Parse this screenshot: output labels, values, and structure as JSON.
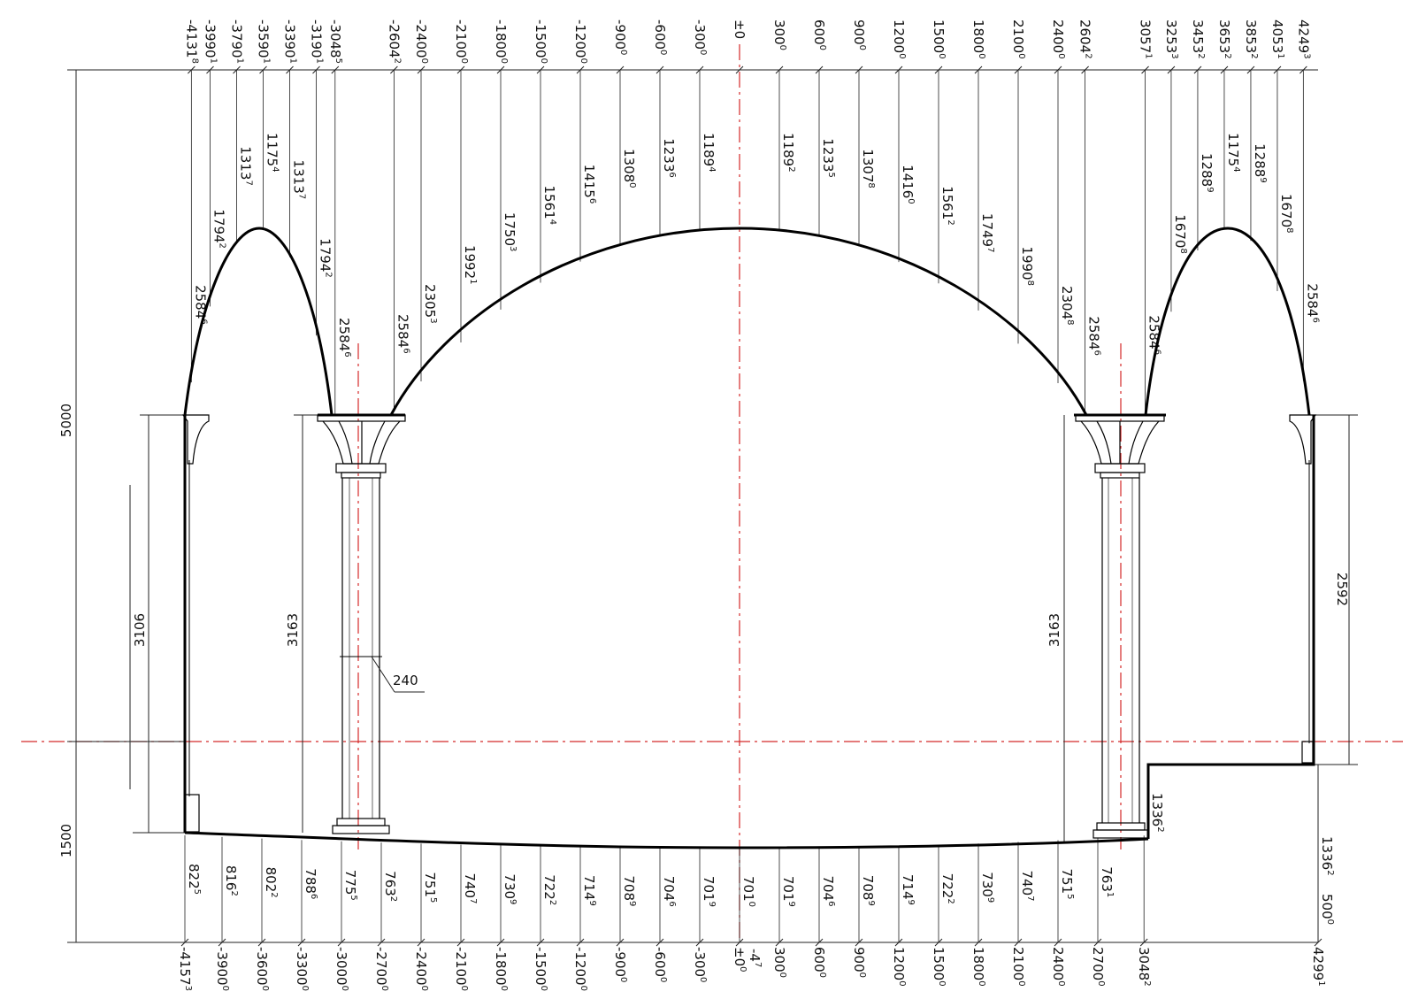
{
  "top_stations": [
    [
      "-4131",
      "8"
    ],
    [
      "-3990",
      "1"
    ],
    [
      "-3790",
      "1"
    ],
    [
      "-3590",
      "1"
    ],
    [
      "-3390",
      "1"
    ],
    [
      "-3190",
      "1"
    ],
    [
      "-3048",
      "5"
    ],
    [
      "-2604",
      "2"
    ],
    [
      "-2400",
      "0"
    ],
    [
      "-2100",
      "0"
    ],
    [
      "-1800",
      "0"
    ],
    [
      "-1500",
      "0"
    ],
    [
      "-1200",
      "0"
    ],
    [
      "-900",
      "0"
    ],
    [
      "-600",
      "0"
    ],
    [
      "-300",
      "0"
    ],
    [
      "±0",
      ""
    ],
    [
      "300",
      "0"
    ],
    [
      "600",
      "0"
    ],
    [
      "900",
      "0"
    ],
    [
      "1200",
      "0"
    ],
    [
      "1500",
      "0"
    ],
    [
      "1800",
      "0"
    ],
    [
      "2100",
      "0"
    ],
    [
      "2400",
      "0"
    ],
    [
      "2604",
      "2"
    ],
    [
      "3057",
      "1"
    ],
    [
      "3253",
      "3"
    ],
    [
      "3453",
      "2"
    ],
    [
      "3653",
      "2"
    ],
    [
      "3853",
      "2"
    ],
    [
      "4053",
      "1"
    ],
    [
      "4249",
      "3"
    ]
  ],
  "ceiling_heights": [
    [
      "2584",
      "6"
    ],
    [
      "1794",
      "2"
    ],
    [
      "1313",
      "7"
    ],
    [
      "1175",
      "4"
    ],
    [
      "1313",
      "7"
    ],
    [
      "1794",
      "2"
    ],
    [
      "2584",
      "6"
    ],
    [
      "2584",
      "6"
    ],
    [
      "2305",
      "3"
    ],
    [
      "1992",
      "1"
    ],
    [
      "1750",
      "3"
    ],
    [
      "1561",
      "4"
    ],
    [
      "1415",
      "6"
    ],
    [
      "1308",
      "0"
    ],
    [
      "1233",
      "6"
    ],
    [
      "1189",
      "4"
    ],
    [
      "1189",
      "2"
    ],
    [
      "1233",
      "5"
    ],
    [
      "1307",
      "8"
    ],
    [
      "1416",
      "0"
    ],
    [
      "1561",
      "2"
    ],
    [
      "1749",
      "7"
    ],
    [
      "1990",
      "8"
    ],
    [
      "2304",
      "8"
    ],
    [
      "2584",
      "6"
    ],
    [
      "2584",
      "6"
    ],
    [
      "1670",
      "8"
    ],
    [
      "1288",
      "9"
    ],
    [
      "1175",
      "4"
    ],
    [
      "1288",
      "9"
    ],
    [
      "1670",
      "8"
    ],
    [
      "2584",
      "6"
    ]
  ],
  "floor_heights": [
    [
      "822",
      "5"
    ],
    [
      "816",
      "2"
    ],
    [
      "802",
      "2"
    ],
    [
      "788",
      "6"
    ],
    [
      "775",
      "5"
    ],
    [
      "763",
      "2"
    ],
    [
      "751",
      "5"
    ],
    [
      "740",
      "7"
    ],
    [
      "730",
      "9"
    ],
    [
      "722",
      "2"
    ],
    [
      "714",
      "9"
    ],
    [
      "708",
      "9"
    ],
    [
      "704",
      "6"
    ],
    [
      "701",
      "9"
    ],
    [
      "701",
      "0"
    ],
    [
      "701",
      "9"
    ],
    [
      "704",
      "6"
    ],
    [
      "708",
      "9"
    ],
    [
      "714",
      "9"
    ],
    [
      "722",
      "2"
    ],
    [
      "730",
      "9"
    ],
    [
      "740",
      "7"
    ],
    [
      "751",
      "5"
    ],
    [
      "763",
      "1"
    ],
    [
      "1336",
      "2"
    ]
  ],
  "bottom_stations": [
    [
      "-4157",
      "3"
    ],
    [
      "-3900",
      "0"
    ],
    [
      "-3600",
      "0"
    ],
    [
      "-3300",
      "0"
    ],
    [
      "-3000",
      "0"
    ],
    [
      "-2700",
      "0"
    ],
    [
      "-2400",
      "0"
    ],
    [
      "-2100",
      "0"
    ],
    [
      "-1800",
      "0"
    ],
    [
      "-1500",
      "0"
    ],
    [
      "-1200",
      "0"
    ],
    [
      "-900",
      "0"
    ],
    [
      "-600",
      "0"
    ],
    [
      "-300",
      "0"
    ],
    [
      "±0",
      "0"
    ],
    [
      "300",
      "0"
    ],
    [
      "600",
      "0"
    ],
    [
      "900",
      "0"
    ],
    [
      "1200",
      "0"
    ],
    [
      "1500",
      "0"
    ],
    [
      "1800",
      "0"
    ],
    [
      "2100",
      "0"
    ],
    [
      "2400",
      "0"
    ],
    [
      "2700",
      "0"
    ],
    [
      "3048",
      "2"
    ],
    [
      "4299",
      "1"
    ]
  ],
  "bottom_extra": [
    "-4",
    "7"
  ],
  "right_floor_label": [
    "1336",
    "2"
  ],
  "right_low_label": [
    "500",
    "0"
  ],
  "overall": {
    "upper": "5000",
    "lower": "1500"
  },
  "wall_heights": {
    "left_wall": "3106",
    "left_column": "3163",
    "right_column": "3163",
    "right_wall": "2592"
  },
  "column_width": "240",
  "colors": {
    "line": "#111111",
    "axis": "#d42a2a"
  }
}
